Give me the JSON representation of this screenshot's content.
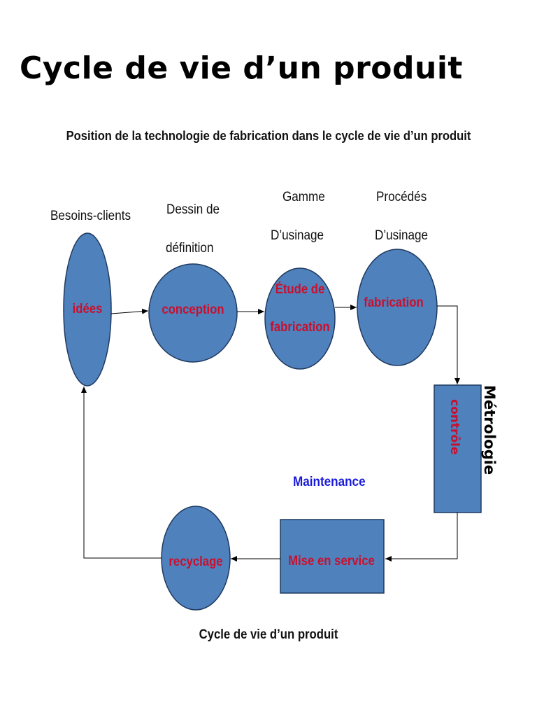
{
  "title": "Cycle de vie d’un produit",
  "subtitle": "Position de la technologie de fabrication dans le cycle de vie d’un produit",
  "labels": {
    "besoins": "Besoins-clients",
    "dessin_1": "Dessin de",
    "dessin_2": "définition",
    "gamme_1": "Gamme",
    "gamme_2": "D’usinage",
    "procedes_1": "Procédés",
    "procedes_2": "D’usinage",
    "metrologie": "Métrologie",
    "maintenance": "Maintenance"
  },
  "nodes": {
    "idees": "idées",
    "conception": "conception",
    "etude_1": "Étude de",
    "etude_2": "fabrication",
    "fabrication": "fabrication",
    "controle": "contrôle",
    "mise_en_service": "Mise en service",
    "recyclage": "recyclage"
  },
  "caption": "Cycle de vie d’un produit",
  "colors": {
    "node_fill": "#4f81bd",
    "node_stroke": "#1f3a5f",
    "node_text": "#c8102e",
    "maintenance_text": "#1a1adc",
    "arrow": "#000000"
  }
}
